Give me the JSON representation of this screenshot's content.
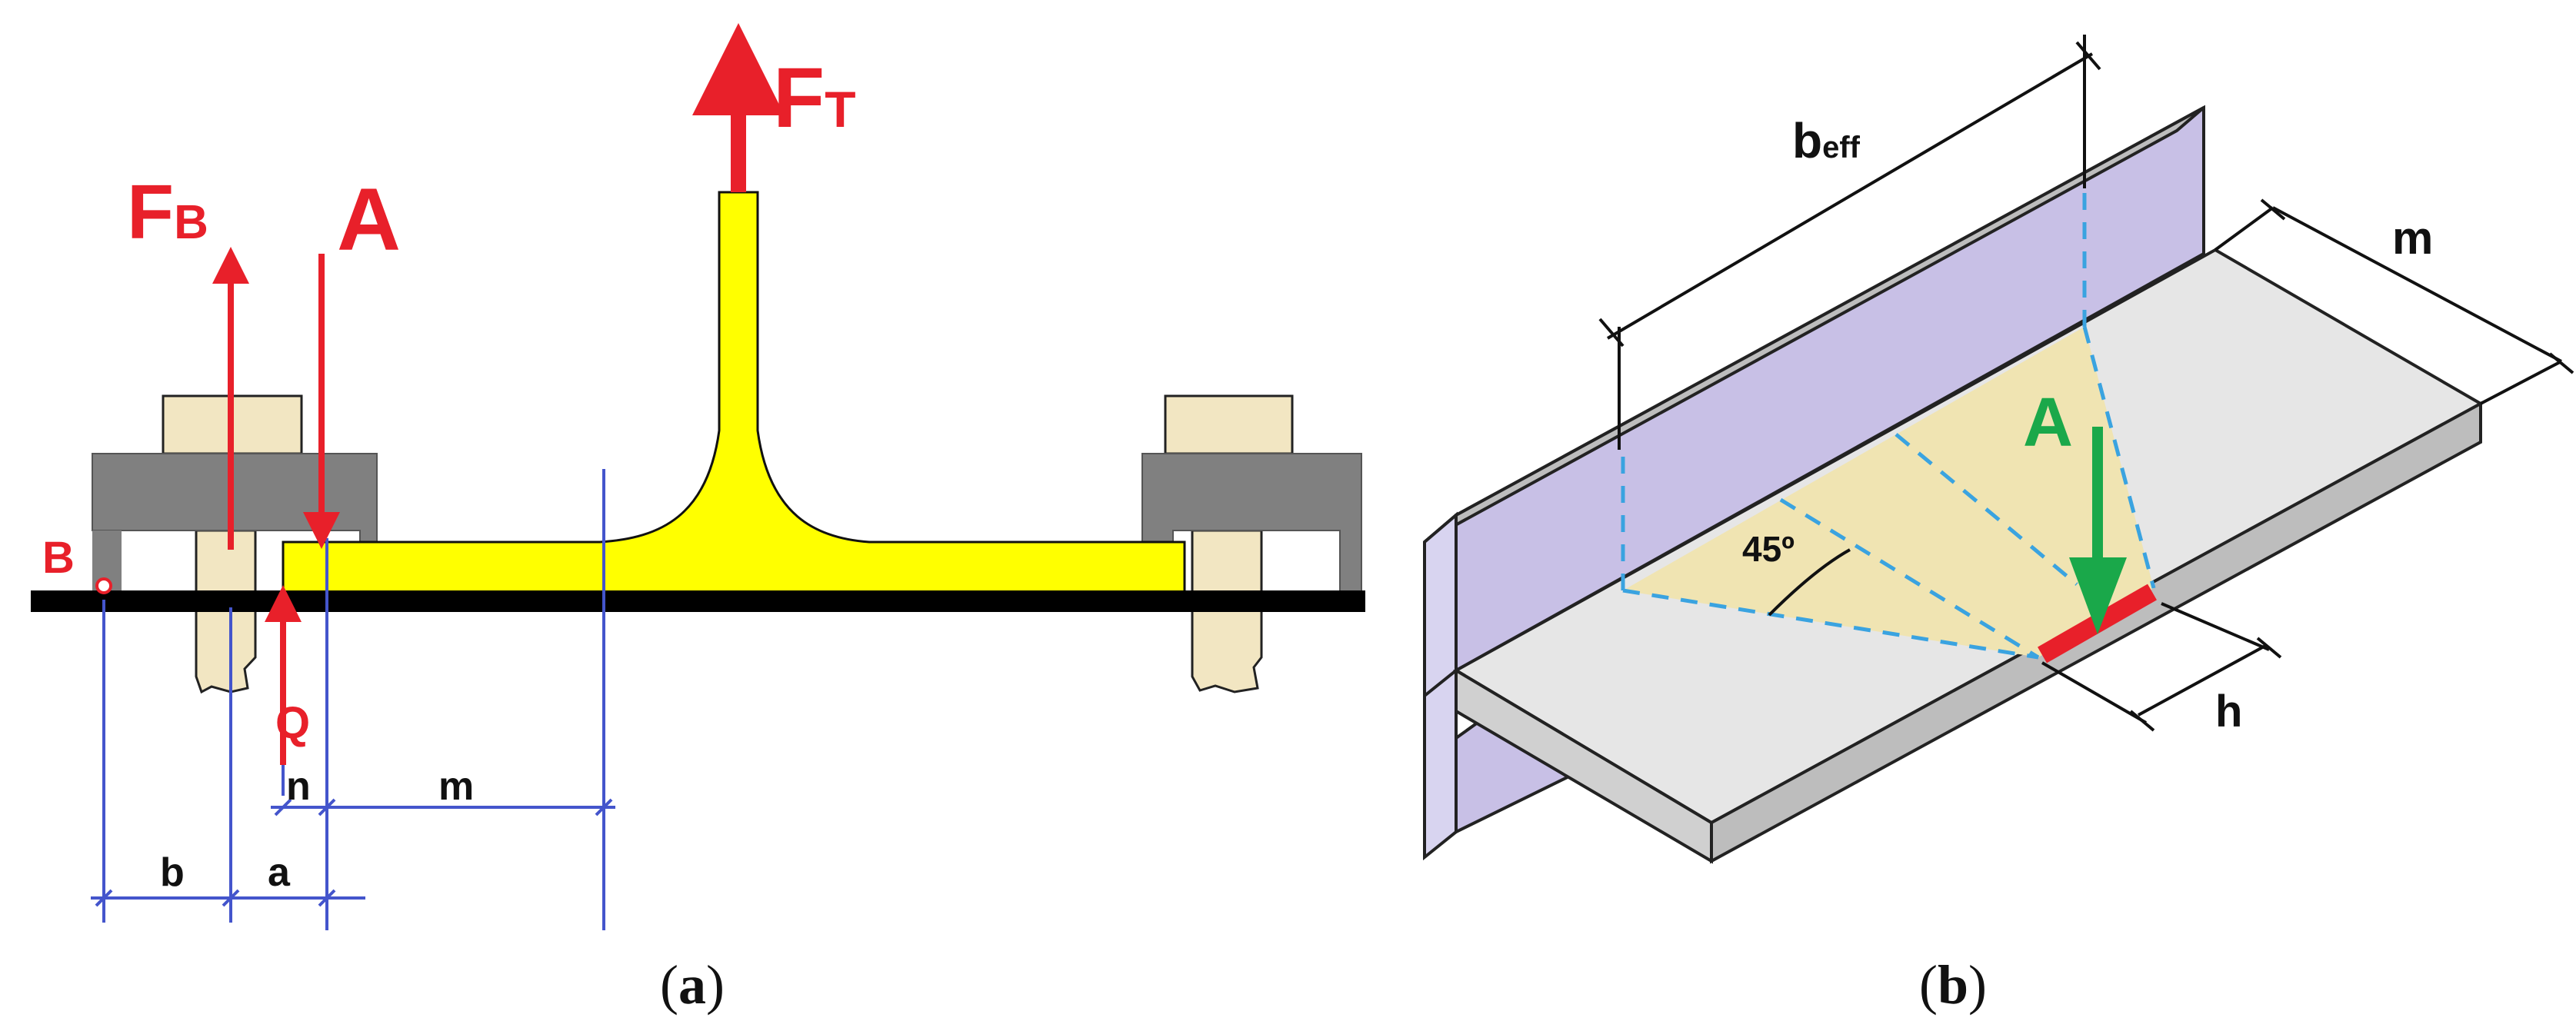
{
  "panel_a": {
    "label_ft_main": "F",
    "label_ft_sub": "T",
    "label_fb_main": "F",
    "label_fb_sub": "B",
    "label_a": "A",
    "label_b_point": "B",
    "label_q": "Q",
    "dim_n": "n",
    "dim_m": "m",
    "dim_b": "b",
    "dim_a": "a",
    "caption_open": "(",
    "caption_letter": "a",
    "caption_close": ")"
  },
  "panel_b": {
    "label_beff_main": "b",
    "label_beff_sub": "eff",
    "label_m": "m",
    "label_a": "A",
    "label_angle": "45º",
    "label_h": "h",
    "caption_open": "(",
    "caption_letter": "b",
    "caption_close": ")"
  },
  "colors": {
    "force_red": "#e8202a",
    "flange_yellow": "#ffff00",
    "bolt_tan": "#f2e6c2",
    "plate_gray": "#808080",
    "dimension_blue": "#4455cc",
    "web_lavender": "#c8c0e6",
    "flange_light": "#e6e6e6",
    "yield_zone": "#f0e4b2",
    "load_green": "#1aa84a",
    "dash_blue": "#3aa3e0"
  }
}
